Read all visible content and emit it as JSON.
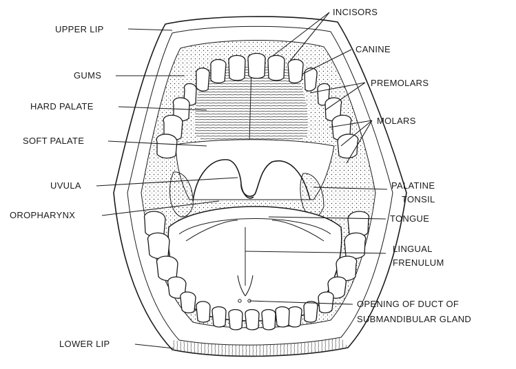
{
  "labels": {
    "upper_lip": "UPPER LIP",
    "gums": "GUMS",
    "hard_palate": "HARD PALATE",
    "soft_palate": "SOFT PALATE",
    "uvula": "UVULA",
    "oropharynx": "OROPHARYNX",
    "lower_lip": "LOWER LIP",
    "incisors": "INCISORS",
    "canine": "CANINE",
    "premolars": "PREMOLARS",
    "molars": "MOLARS",
    "palatine_tonsil_line1": "PALATINE",
    "palatine_tonsil_line2": "TONSIL",
    "tongue": "TONGUE",
    "lingual_frenulum_line1": "LINGUAL",
    "lingual_frenulum_line2": "FRENULUM",
    "duct_line1": "OPENING OF DUCT OF",
    "duct_line2": "SUBMANDIBULAR GLAND"
  }
}
